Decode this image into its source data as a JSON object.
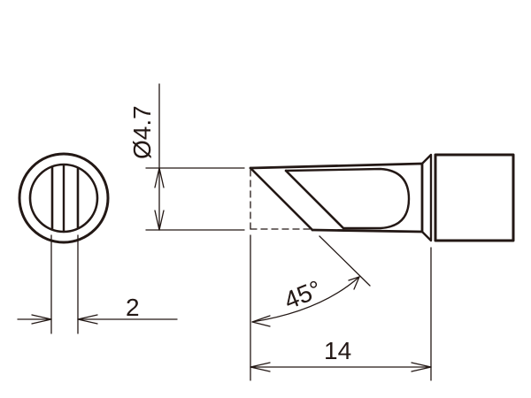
{
  "drawing": {
    "line_color": "#231815",
    "background": "#ffffff"
  },
  "dimensions": {
    "diameter": "Ø4.7",
    "flat_width": "2",
    "bevel_angle": "45°",
    "length": "14"
  },
  "views": {
    "end_view": "circular end view of tip with flat face",
    "side_view": "side view of bevel (knife) soldering tip"
  }
}
